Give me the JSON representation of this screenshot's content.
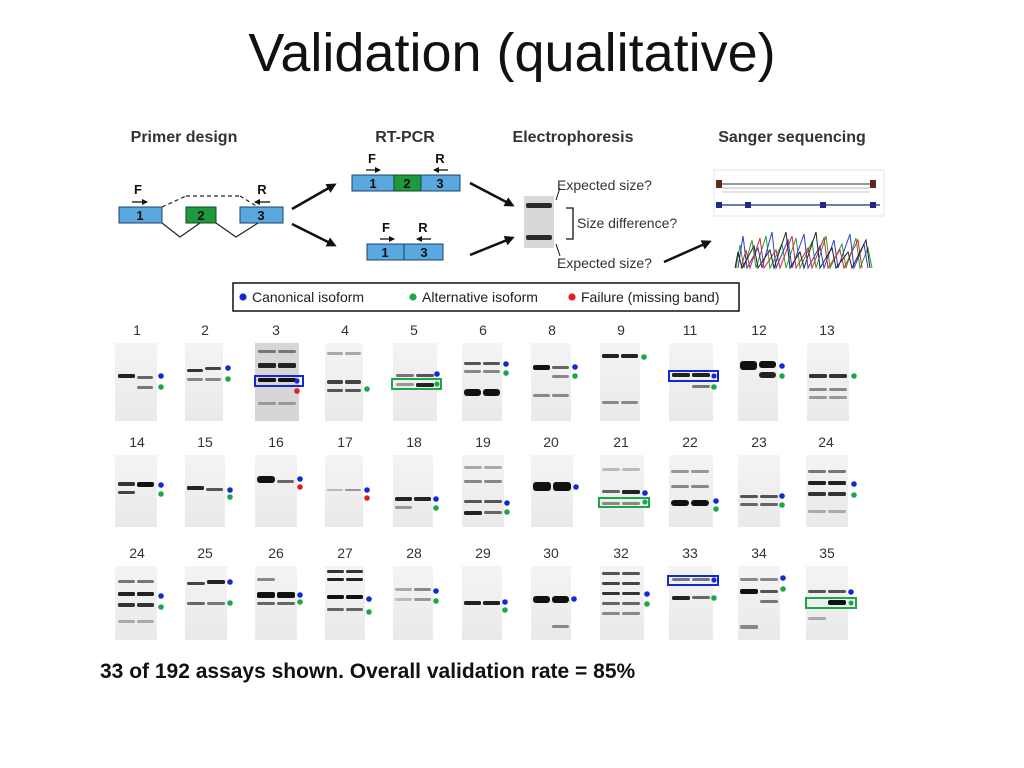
{
  "slide": {
    "title": "Validation (qualitative)",
    "caption": "33 of 192 assays shown.  Overall validation rate = 85%"
  },
  "workflow": {
    "steps": [
      "Primer design",
      "RT-PCR",
      "Electrophoresis",
      "Sanger sequencing"
    ],
    "primer_forward": "F",
    "primer_reverse": "R",
    "exons": [
      "1",
      "2",
      "3"
    ],
    "gel_labels": [
      "Expected size?",
      "Size difference?",
      "Expected size?"
    ],
    "colors": {
      "exon_blue": "#5aa8e0",
      "exon_green": "#1e9a3c"
    }
  },
  "legend": {
    "items": [
      {
        "label": "Canonical isoform",
        "color": "#1528d6"
      },
      {
        "label": "Alternative isoform",
        "color": "#1ea74a"
      },
      {
        "label": "Failure (missing band)",
        "color": "#e0211f"
      }
    ]
  },
  "gels": {
    "rows": [
      [
        "1",
        "2",
        "3",
        "4",
        "5",
        "6",
        "8",
        "9",
        "11",
        "12",
        "13"
      ],
      [
        "14",
        "15",
        "16",
        "17",
        "18",
        "19",
        "20",
        "21",
        "22",
        "23",
        "24"
      ],
      [
        "24",
        "25",
        "26",
        "27",
        "28",
        "29",
        "30",
        "32",
        "33",
        "34",
        "35"
      ]
    ]
  }
}
